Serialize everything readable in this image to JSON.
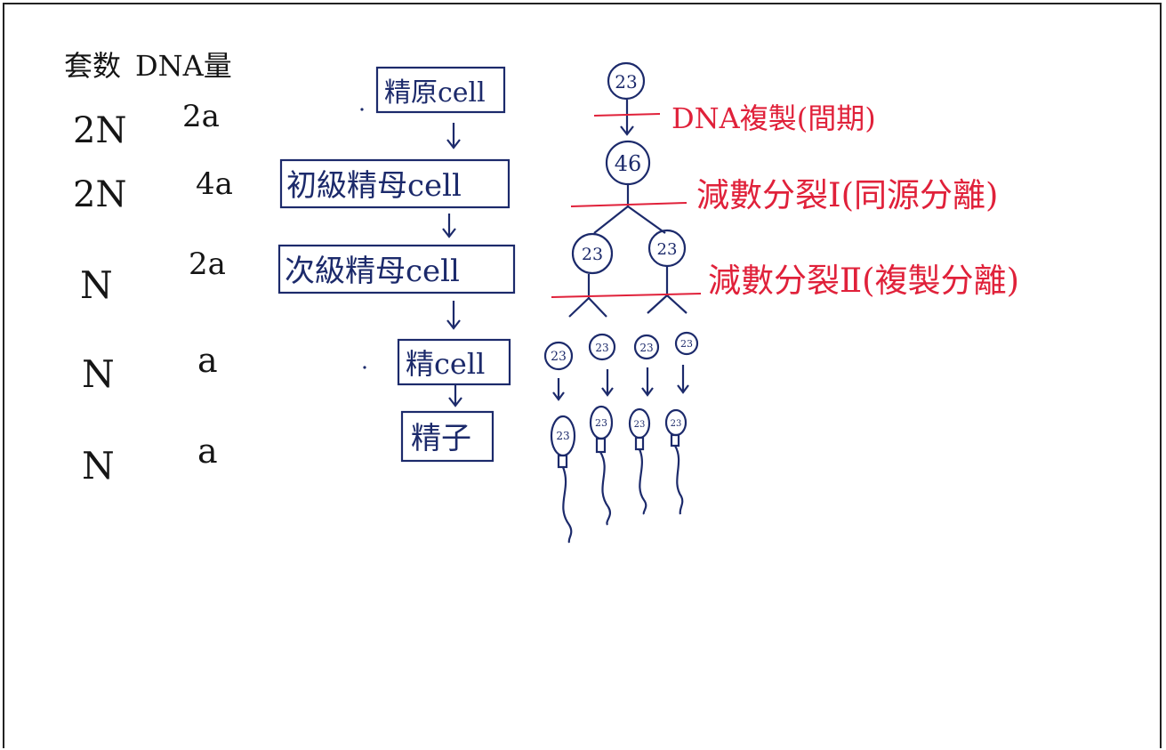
{
  "table": {
    "col_sets": "套数",
    "col_dna": "DNA量",
    "rows": [
      {
        "sets": "2N",
        "dna": "2a"
      },
      {
        "sets": "2N",
        "dna": "4a"
      },
      {
        "sets": "N",
        "dna": "2a"
      },
      {
        "sets": "N",
        "dna": "a"
      },
      {
        "sets": "N",
        "dna": "a"
      }
    ]
  },
  "flow": {
    "stage1": "精原cell",
    "stage2": "初級精母cell",
    "stage3": "次級精母cell",
    "stage4": "精cell",
    "stage5": "精子"
  },
  "cells": {
    "top": "23",
    "replicated": "46",
    "secondary": [
      "23",
      "23"
    ],
    "spermatids": [
      "23",
      "23",
      "23",
      "23"
    ],
    "sperm": [
      "23",
      "23",
      "23",
      "23"
    ]
  },
  "events": {
    "replication": "DNA複製(間期)",
    "meiosis1": "減數分裂Ⅰ(同源分離)",
    "meiosis2": "減數分裂Ⅱ(複製分離)"
  },
  "colors": {
    "ink": "#1c2a6b",
    "red": "#e0213a",
    "black": "#151515"
  }
}
